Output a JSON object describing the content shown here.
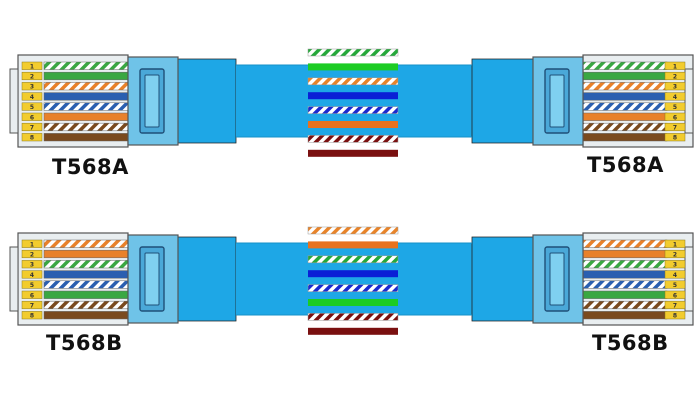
{
  "colors": {
    "jacket": "#1ea7e6",
    "jacket_dark": "#1690c8",
    "plug_body": "#e9eef0",
    "plug_outline": "#555555",
    "clip": "#6fc3e8",
    "pin_gold": "#f2cc2e",
    "white": "#ffffff",
    "green": "#3aa742",
    "orange": "#e8812a",
    "blue": "#2a5fb0",
    "brown": "#7a4a1e"
  },
  "cables": [
    {
      "name": "t568a-cable",
      "label_left": "T568A",
      "label_right": "T568A",
      "pins": [
        "1",
        "2",
        "3",
        "4",
        "5",
        "6",
        "7",
        "8"
      ],
      "wire_sequence": [
        {
          "color": "green",
          "striped": true
        },
        {
          "color": "green",
          "striped": false
        },
        {
          "color": "orange",
          "striped": true
        },
        {
          "color": "blue",
          "striped": false
        },
        {
          "color": "blue",
          "striped": true
        },
        {
          "color": "orange",
          "striped": false
        },
        {
          "color": "brown",
          "striped": true
        },
        {
          "color": "brown",
          "striped": false
        }
      ],
      "legend_colors": [
        "#25a83a",
        "#1ccc24",
        "#e8842a",
        "#0a1fd6",
        "#1a2ad0",
        "#e8721e",
        "#7a1010",
        "#7a1010"
      ]
    },
    {
      "name": "t568b-cable",
      "label_left": "T568B",
      "label_right": "T568B",
      "pins": [
        "1",
        "2",
        "3",
        "4",
        "5",
        "6",
        "7",
        "8"
      ],
      "wire_sequence": [
        {
          "color": "orange",
          "striped": true
        },
        {
          "color": "orange",
          "striped": false
        },
        {
          "color": "green",
          "striped": true
        },
        {
          "color": "blue",
          "striped": false
        },
        {
          "color": "blue",
          "striped": true
        },
        {
          "color": "green",
          "striped": false
        },
        {
          "color": "brown",
          "striped": true
        },
        {
          "color": "brown",
          "striped": false
        }
      ],
      "legend_colors": [
        "#e8842a",
        "#e8721e",
        "#25a83a",
        "#0a1fd6",
        "#1a2ad0",
        "#1ccc24",
        "#7a1010",
        "#7a1010"
      ]
    }
  ]
}
